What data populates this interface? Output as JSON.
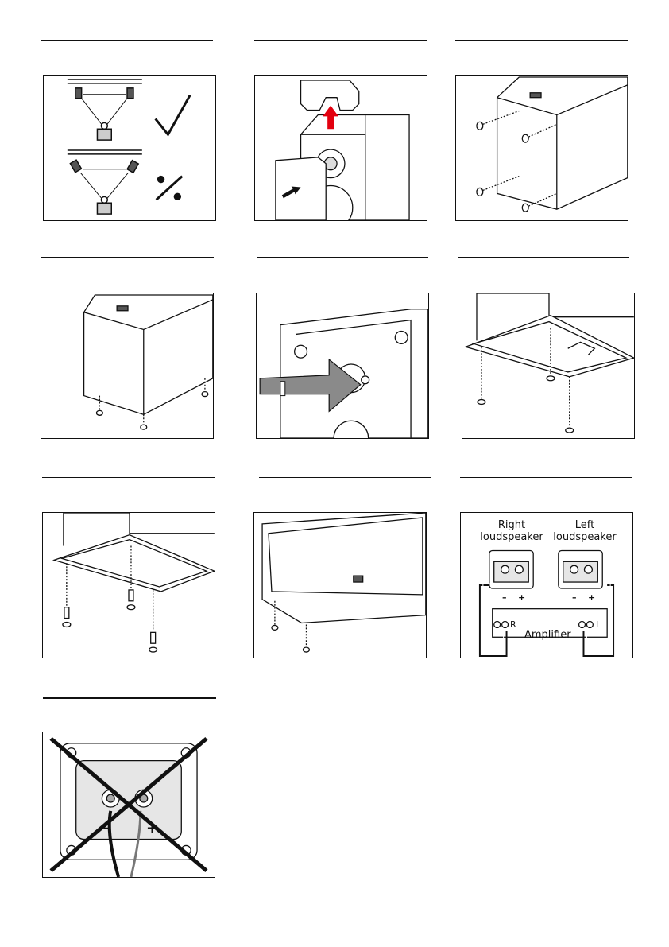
{
  "colors": {
    "ink": "#111111",
    "grey": "#8a8a8a",
    "light_grey": "#d9d9d9",
    "arrow_red": "#e3000f"
  },
  "panels": [
    {
      "id": "placement",
      "icons": [
        "speaker-pair-toe-in-icon",
        "check-mark-icon",
        "percent-mark-icon"
      ]
    },
    {
      "id": "grille-removal",
      "icons": [
        "red-up-arrow-icon",
        "grille-icon"
      ]
    },
    {
      "id": "side-feet",
      "icons": []
    },
    {
      "id": "bottom-feet",
      "icons": []
    },
    {
      "id": "keyhole-mount",
      "icons": [
        "grey-right-arrow-icon"
      ]
    },
    {
      "id": "stand-feet",
      "icons": []
    },
    {
      "id": "stand-spikes",
      "icons": []
    },
    {
      "id": "horizontal-feet",
      "icons": []
    },
    {
      "id": "wiring",
      "icons": []
    },
    {
      "id": "wrong-wiring",
      "icons": [
        "cross-out-icon"
      ]
    }
  ],
  "wiring": {
    "right_speaker_label": [
      "Right",
      "loudspeaker"
    ],
    "left_speaker_label": [
      "Left",
      "loudspeaker"
    ],
    "terminal_minus": "–",
    "terminal_plus": "+",
    "amplifier_label": "Amplifier",
    "amp_channel_right": "R",
    "amp_channel_left": "L"
  },
  "wrong_wiring": {
    "minus": "–",
    "plus": "+"
  }
}
